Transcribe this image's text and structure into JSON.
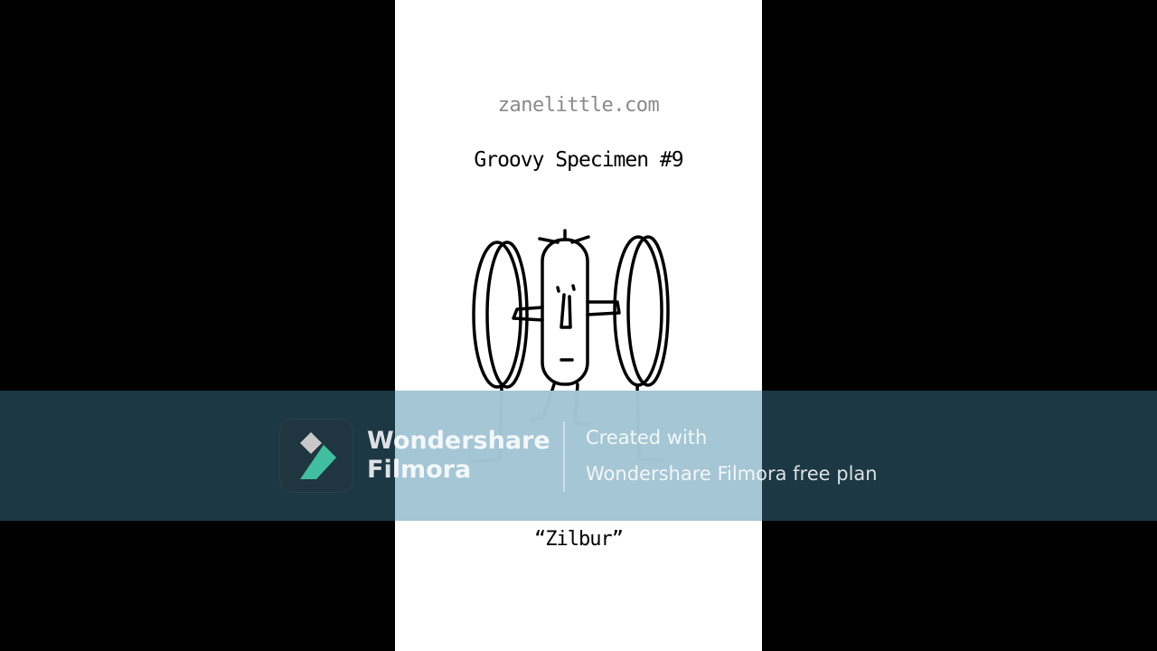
{
  "artwork": {
    "site": "zanelittle.com",
    "title": "Groovy Specimen #9",
    "caption": "“Zilbur”"
  },
  "watermark": {
    "brand_line1": "Wondershare",
    "brand_line2": "Filmora",
    "created_line1": "Created with",
    "created_line2": "Wondershare Filmora free plan",
    "logo_icon": "filmora-logo-icon",
    "colors": {
      "banner": "#1e3e4b",
      "logo_green": "#3fbf9f",
      "logo_gray": "#c8c8c8"
    }
  }
}
